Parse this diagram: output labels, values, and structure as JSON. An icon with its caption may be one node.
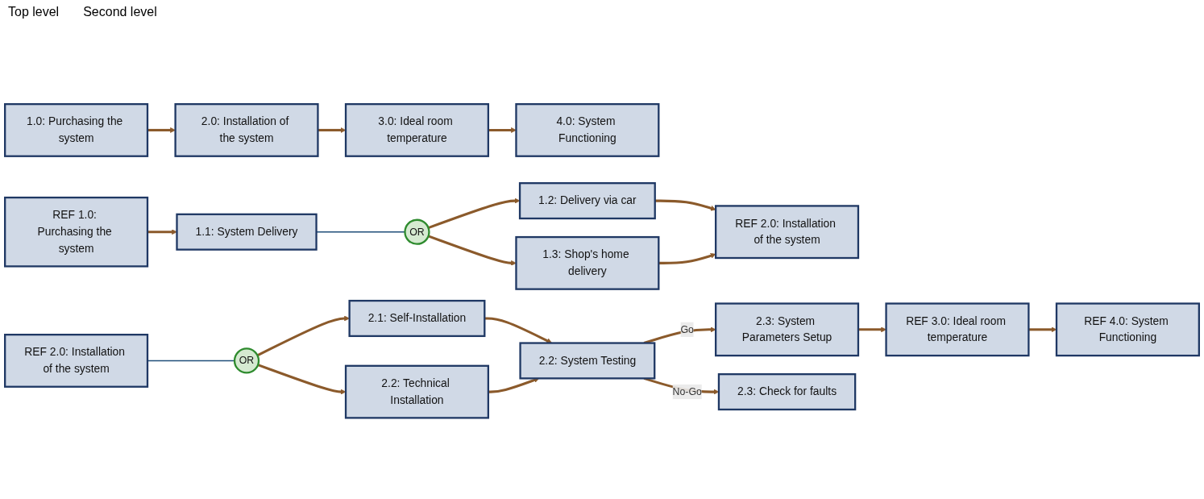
{
  "diagram": {
    "nodes": [
      {
        "text": [
          "1.0: Purchasing the system"
        ]
      },
      {
        "text": [
          "2.0: Installation of the system"
        ]
      },
      {
        "text": [
          "3.0: Ideal room temperature"
        ]
      },
      {
        "text": [
          "4.0: System Functioning"
        ]
      },
      {
        "text": [
          "REF 1.0: Purchasing the system"
        ]
      },
      {
        "text": [
          "1.1: System Delivery"
        ]
      },
      {
        "text": [
          "OR"
        ]
      },
      {
        "text": [
          "1.2: Delivery via car"
        ]
      },
      {
        "text": [
          "1.3: Shop's home delivery"
        ]
      },
      {
        "text": [
          "REF 2.0: Installation of the system"
        ]
      },
      {
        "text": [
          "REF 2.0: Installation of the system"
        ]
      },
      {
        "text": [
          "OR"
        ]
      },
      {
        "text": [
          "2.1: Self-Installation"
        ]
      },
      {
        "text": [
          "2.2: Technical Installation"
        ]
      },
      {
        "text": [
          "2.2: System Testing"
        ]
      },
      {
        "text": [
          "2.3: System Parameters Setup"
        ]
      },
      {
        "text": [
          "REF 3.0: Ideal room temperature"
        ]
      },
      {
        "text": [
          "REF 4.0: System Functioning"
        ]
      },
      {
        "text": [
          "2.3: Check for faults"
        ]
      }
    ],
    "edges": [
      {
        "from": 0,
        "to": 1,
        "arrow": "to"
      },
      {
        "from": 1,
        "to": 2,
        "arrow": "to"
      },
      {
        "from": 2,
        "to": 3,
        "arrow": "to"
      },
      {
        "from": 4,
        "to": 5,
        "arrow": "to"
      },
      {
        "from": 5,
        "to": 6,
        "arrow": "none",
        "color": "#1f4e79"
      },
      {
        "from": 6,
        "to": 7,
        "arrow": "to"
      },
      {
        "from": 6,
        "to": 8,
        "arrow": "to"
      },
      {
        "from": 7,
        "to": 9,
        "arrow": "to"
      },
      {
        "from": 8,
        "to": 9,
        "arrow": "to"
      },
      {
        "from": 10,
        "to": 11,
        "arrow": "none",
        "color": "#1f4e79"
      },
      {
        "from": 11,
        "to": 12,
        "arrow": "to"
      },
      {
        "from": 11,
        "to": 13,
        "arrow": "to"
      },
      {
        "from": 12,
        "to": 14,
        "arrow": "to"
      },
      {
        "from": 13,
        "to": 14,
        "arrow": "to"
      },
      {
        "from": 14,
        "to": 15,
        "arrow": "to",
        "label": "Go"
      },
      {
        "from": 15,
        "to": 16,
        "arrow": "to"
      },
      {
        "from": 16,
        "to": 17,
        "arrow": "to"
      },
      {
        "from": 14,
        "to": 18,
        "arrow": "to",
        "label": "No-Go"
      }
    ],
    "labels": [
      "Top level",
      "Second level"
    ]
  }
}
